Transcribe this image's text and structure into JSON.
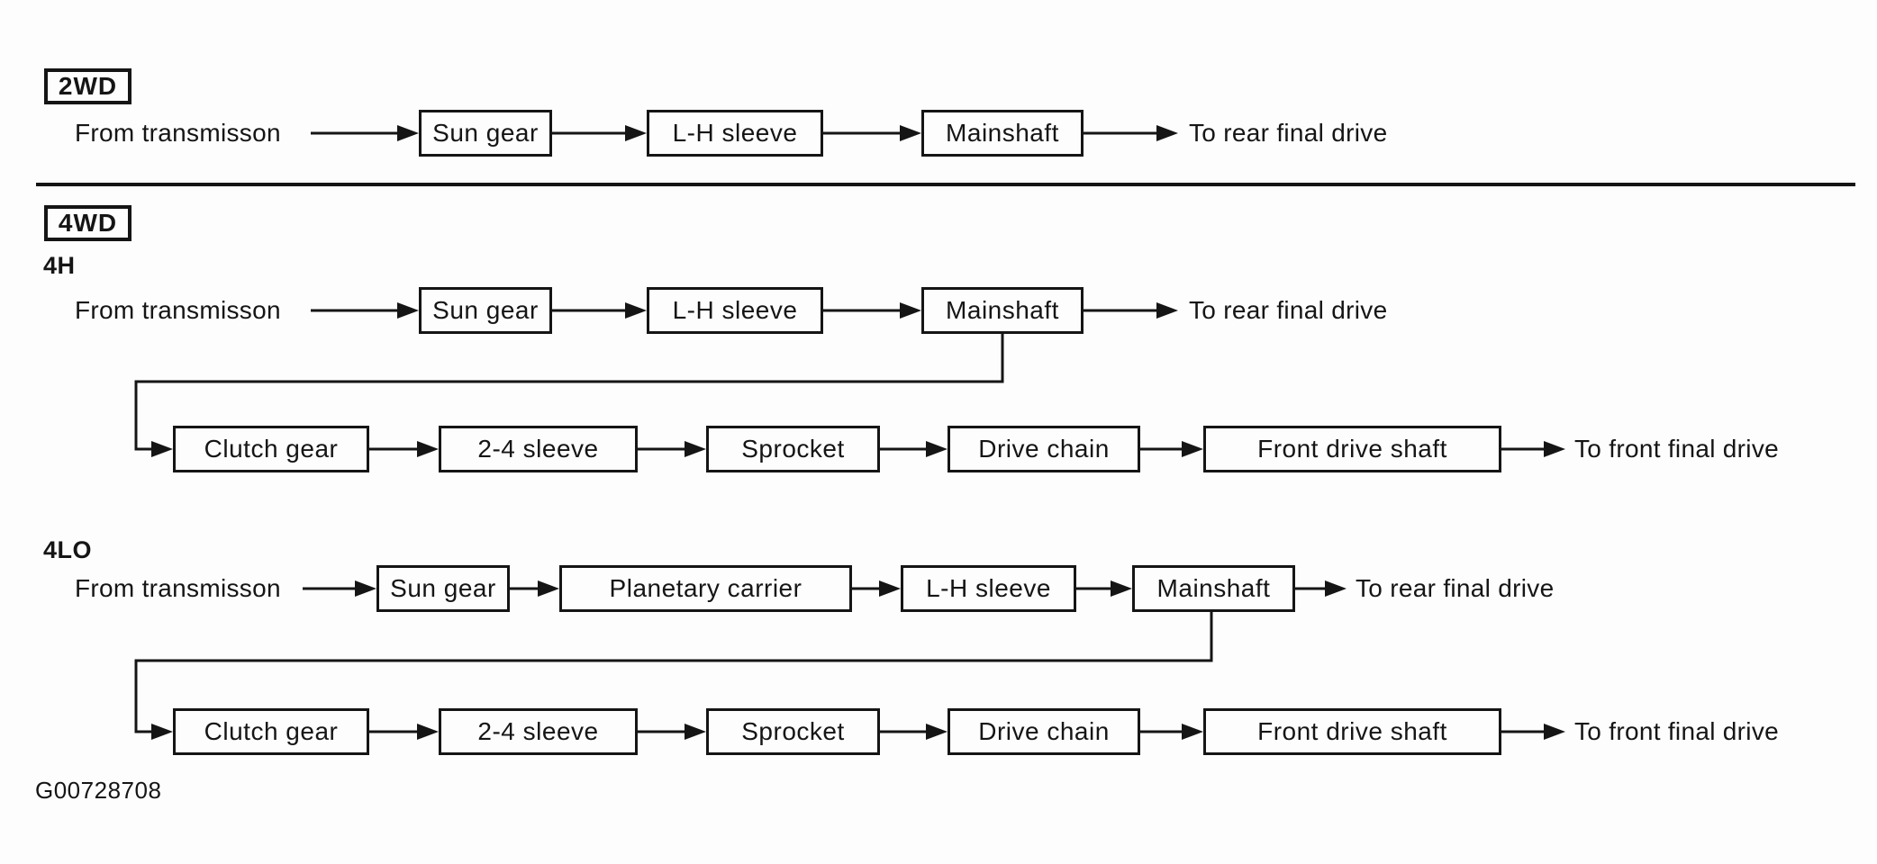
{
  "figure_id": "G00728708",
  "io_labels": {
    "from_transmission": "From transmisson",
    "to_rear_final_drive": "To rear final drive",
    "to_front_final_drive": "To front final drive"
  },
  "sections": {
    "twoWD": {
      "badge": "2WD",
      "main_flow": [
        "Sun gear",
        "L-H sleeve",
        "Mainshaft"
      ]
    },
    "fourWD": {
      "badge": "4WD",
      "fourH": {
        "label": "4H",
        "main_flow": [
          "Sun gear",
          "L-H sleeve",
          "Mainshaft"
        ],
        "front_flow": [
          "Clutch gear",
          "2-4 sleeve",
          "Sprocket",
          "Drive chain",
          "Front drive shaft"
        ]
      },
      "fourLO": {
        "label": "4LO",
        "main_flow": [
          "Sun gear",
          "Planetary carrier",
          "L-H sleeve",
          "Mainshaft"
        ],
        "front_flow": [
          "Clutch gear",
          "2-4 sleeve",
          "Sprocket",
          "Drive chain",
          "Front drive shaft"
        ]
      }
    }
  },
  "colors": {
    "ink": "#151515",
    "background": "#fdfdfd"
  }
}
